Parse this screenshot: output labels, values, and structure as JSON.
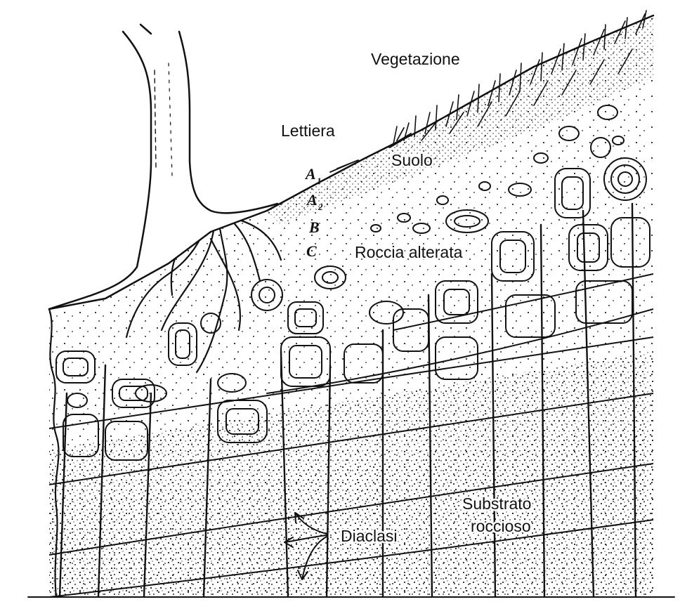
{
  "labels": {
    "vegetation": "Vegetazione",
    "litter": "Lettiera",
    "soil": "Suolo",
    "weathered_rock": "Roccia alterata",
    "bedrock_line1": "Substrato",
    "bedrock_line2": "roccioso",
    "joints": "Diaclasi"
  },
  "horizons": {
    "a1": "A",
    "a1_sub": "1",
    "a2": "A",
    "a2_sub": "2",
    "b": "B",
    "c": "C"
  }
}
